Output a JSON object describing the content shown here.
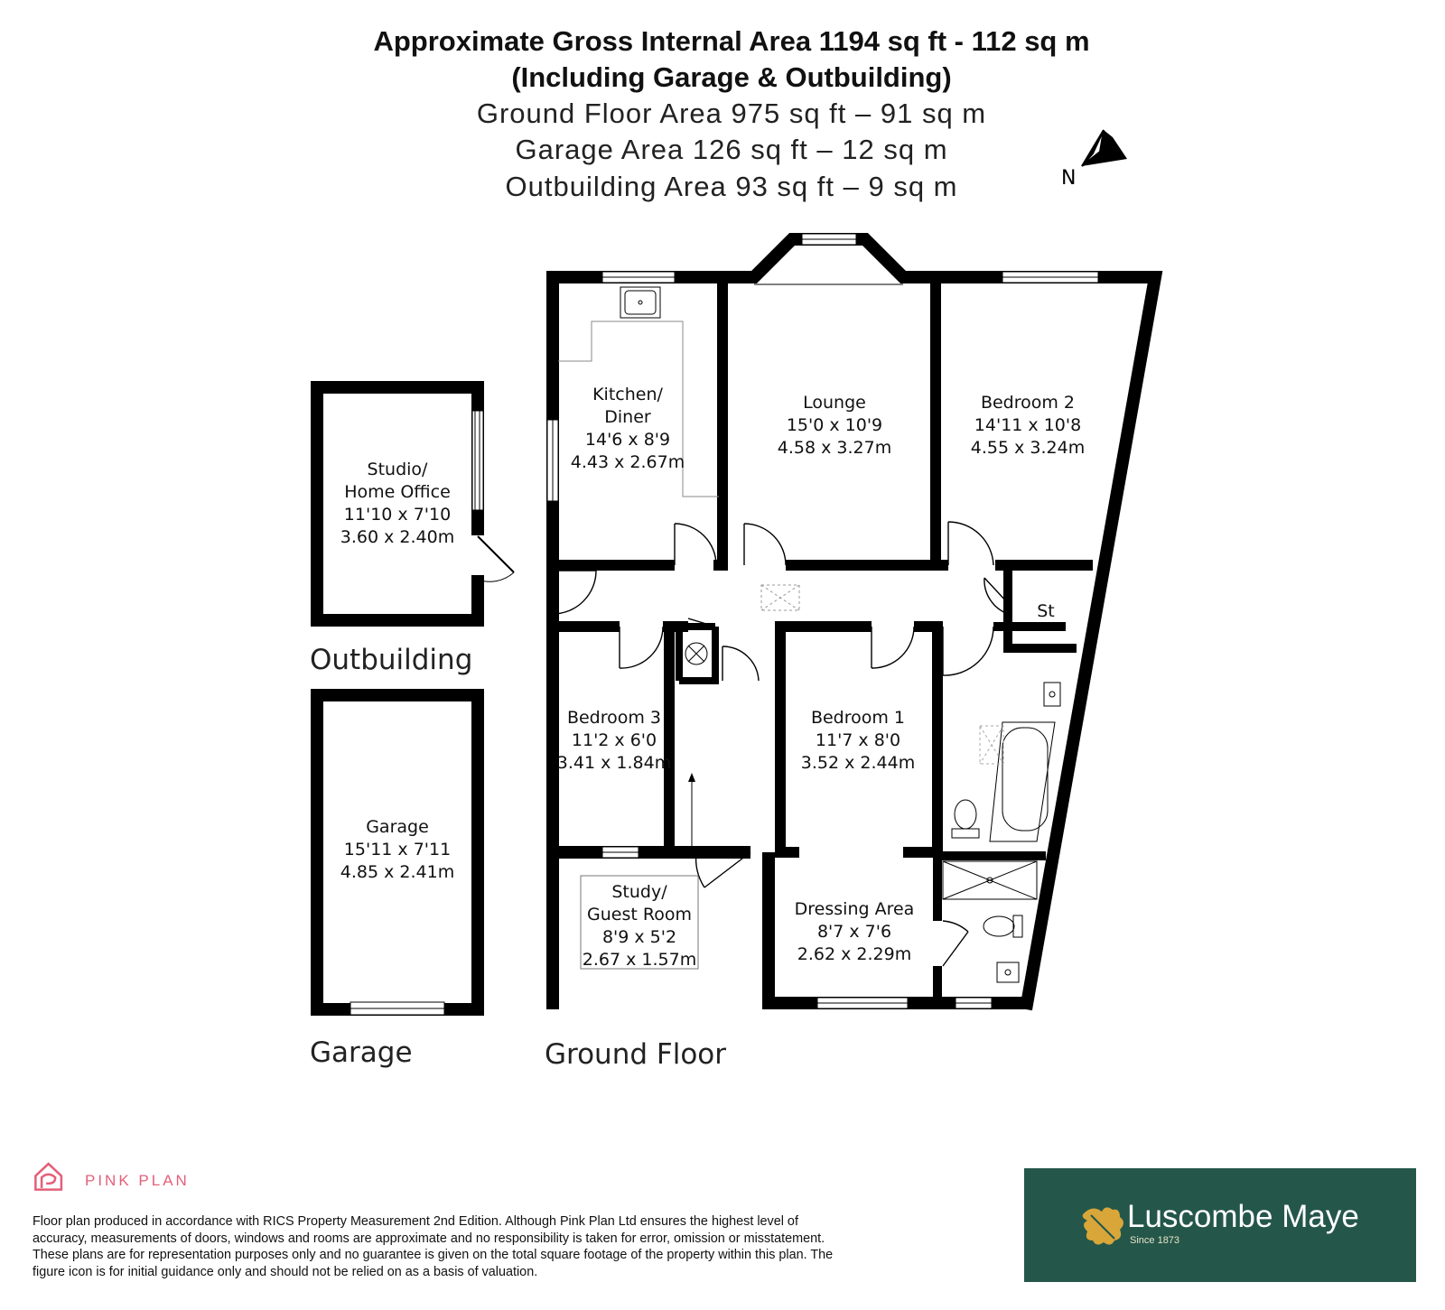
{
  "header": {
    "line1": "Approximate Gross Internal Area 1194 sq ft - 112 sq m",
    "line2": "(Including Garage & Outbuilding)",
    "line3": "Ground Floor Area 975 sq ft – 91 sq m",
    "line4": "Garage Area 126 sq ft – 12 sq m",
    "line5": "Outbuilding Area 93 sq ft – 9 sq m"
  },
  "north_label": "N",
  "rooms": {
    "studio": {
      "name1": "Studio/",
      "name2": "Home Office",
      "imperial": "11'10 x 7'10",
      "metric": "3.60 x 2.40m"
    },
    "garage": {
      "name": "Garage",
      "imperial": "15'11 x 7'11",
      "metric": "4.85 x 2.41m"
    },
    "kitchen": {
      "name1": "Kitchen/",
      "name2": "Diner",
      "imperial": "14'6 x 8'9",
      "metric": "4.43 x 2.67m"
    },
    "lounge": {
      "name": "Lounge",
      "imperial": "15'0 x 10'9",
      "metric": "4.58 x 3.27m"
    },
    "bedroom2": {
      "name": "Bedroom 2",
      "imperial": "14'11 x 10'8",
      "metric": "4.55 x 3.24m"
    },
    "store": {
      "name": "St"
    },
    "bedroom3": {
      "name": "Bedroom 3",
      "imperial": "11'2 x 6'0",
      "metric": "3.41 x 1.84m"
    },
    "bedroom1": {
      "name": "Bedroom 1",
      "imperial": "11'7 x 8'0",
      "metric": "3.52 x 2.44m"
    },
    "study": {
      "name1": "Study/",
      "name2": "Guest Room",
      "imperial": "8'9 x 5'2",
      "metric": "2.67 x 1.57m"
    },
    "dressing": {
      "name": "Dressing Area",
      "imperial": "8'7 x 7'6",
      "metric": "2.62 x 2.29m"
    }
  },
  "section_labels": {
    "outbuilding": "Outbuilding",
    "garage": "Garage",
    "ground_floor": "Ground Floor"
  },
  "footer": {
    "pinkplan_logo_text": "PINK PLAN",
    "disclaimer": "Floor plan produced in accordance with RICS Property Measurement 2nd Edition. Although Pink Plan Ltd ensures the highest level of accuracy, measurements of doors, windows and rooms are approximate and no responsibility is taken for error, omission or misstatement. These plans are for representation purposes only and no guarantee is given on the total square footage of the property within this plan. The figure icon is for initial guidance only and should not be relied on as a basis of valuation.",
    "agent_name": "Luscombe Maye",
    "agent_since": "Since 1873"
  },
  "colors": {
    "wall": "#000000",
    "pinkplan": "#e3607a",
    "agent_bg": "#24574a",
    "agent_leaf": "#d9a63a"
  }
}
